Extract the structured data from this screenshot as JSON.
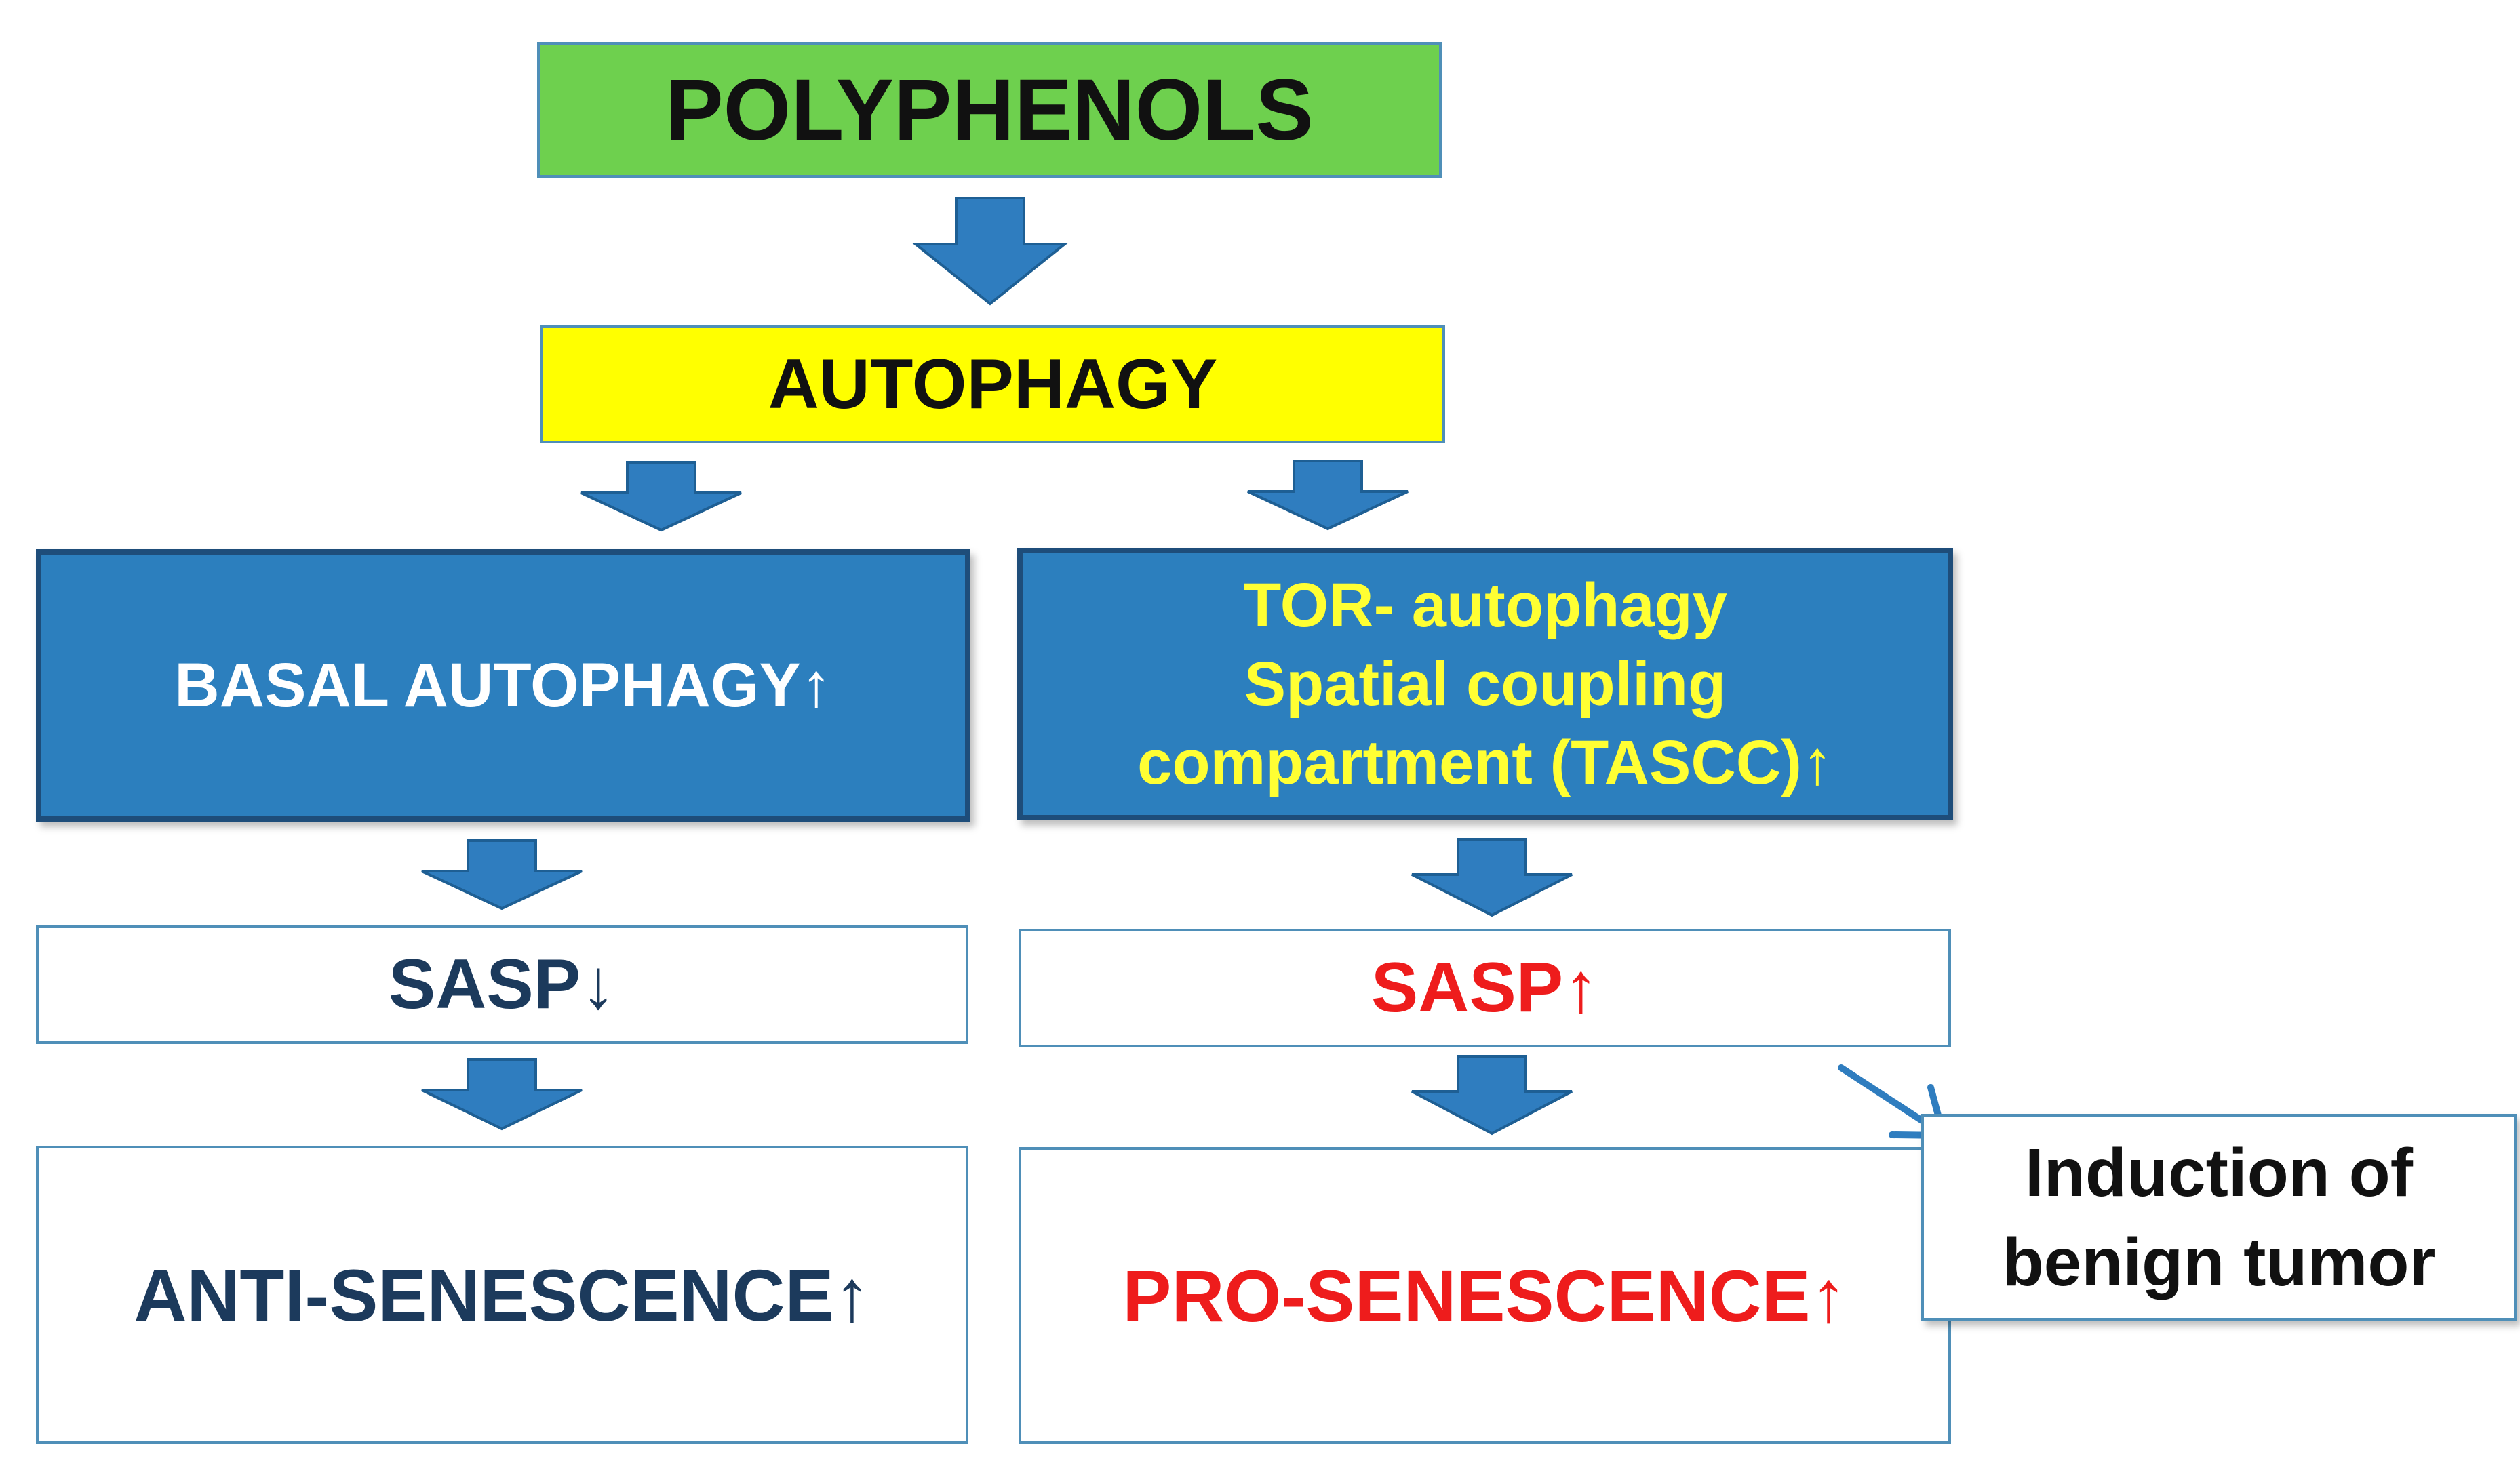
{
  "colors": {
    "polyphenols_fill": "#6ed04e",
    "autophagy_fill": "#ffff00",
    "blue_box_fill": "#2c7fbe",
    "blue_box_border": "#1e4d7a",
    "outline_blue": "#4f8fb8",
    "arrow_blue": "#2f7dbf",
    "dark_navy_text": "#1c3a5c",
    "red_text": "#ee1c1c",
    "yellow_text": "#ffff33"
  },
  "polyphenols": {
    "label": "POLYPHENOLS"
  },
  "autophagy": {
    "label": "AUTOPHAGY"
  },
  "left_branch": {
    "basal_label": "BASAL AUTOPHAGY↑",
    "sasp_label": "SASP↓",
    "outcome_label": "ANTI-SENESCENCE↑"
  },
  "right_branch": {
    "tor_line1": "TOR- autophagy",
    "tor_line2": "Spatial coupling",
    "tor_line3": "compartment (TASCC)↑",
    "sasp_label": "SASP↑",
    "outcome_label": "PRO-SENESCENCE↑"
  },
  "side_note": {
    "line1": "Induction of",
    "line2": "benign tumor"
  }
}
